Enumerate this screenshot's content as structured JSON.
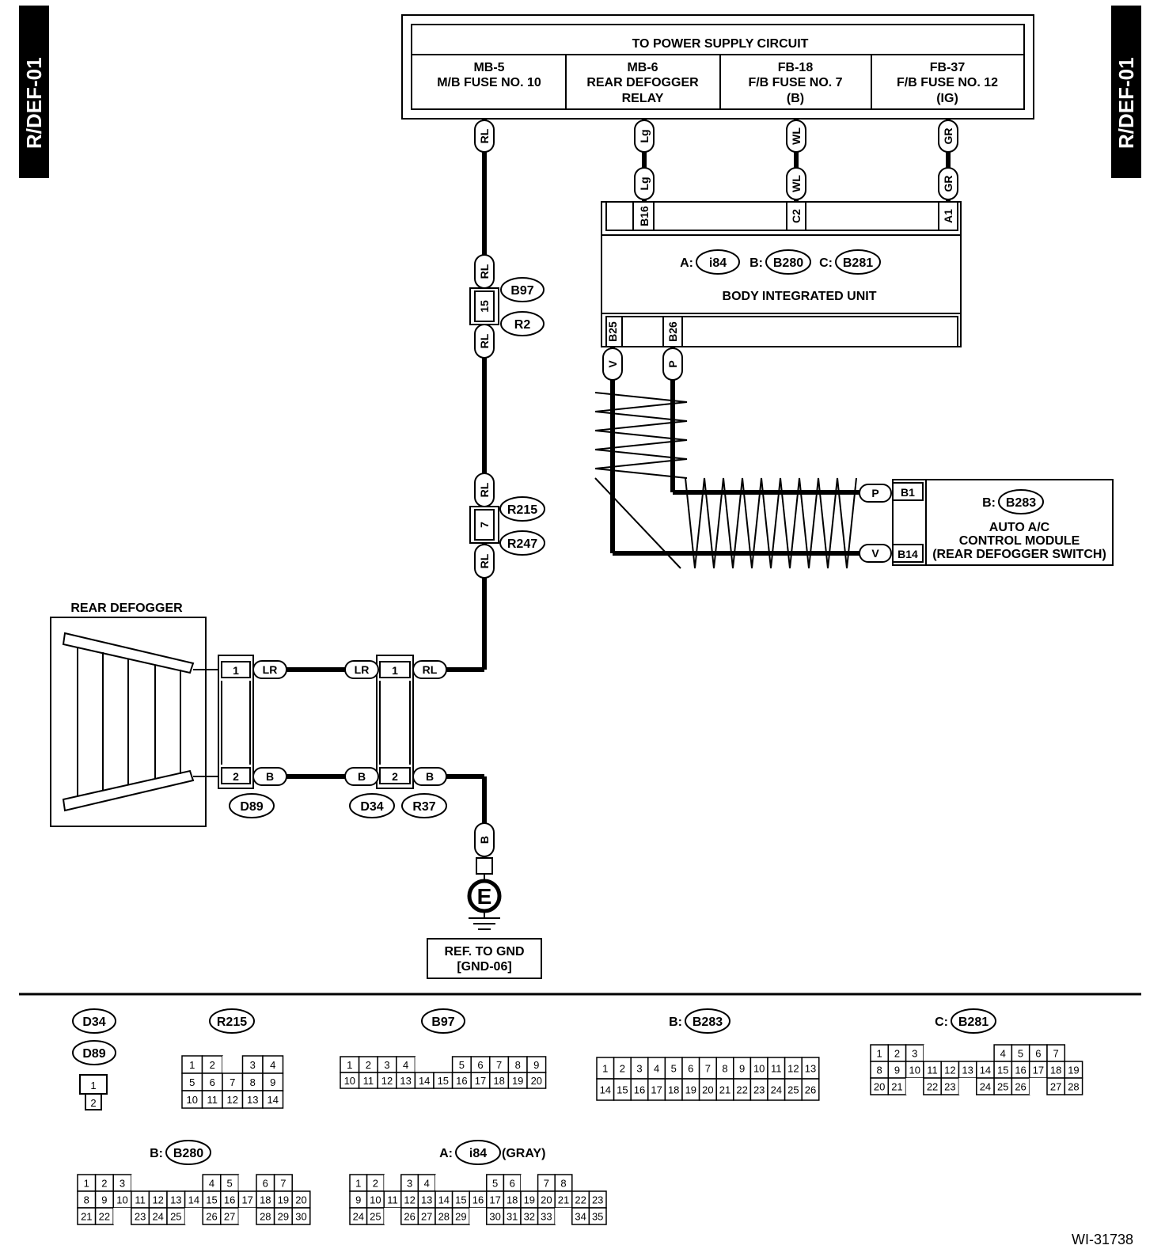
{
  "page_tag": "R/DEF-01",
  "figure_id": "WI-31738",
  "power_supply": {
    "title": "TO POWER SUPPLY CIRCUIT",
    "cols": [
      [
        "MB-5",
        "M/B FUSE NO. 10",
        ""
      ],
      [
        "MB-6",
        "REAR DEFOGGER",
        "RELAY"
      ],
      [
        "FB-18",
        "F/B FUSE NO. 7",
        "(B)"
      ],
      [
        "FB-37",
        "F/B FUSE NO. 12",
        "(IG)"
      ]
    ]
  },
  "wire_colors": {
    "rl": "RL",
    "lg": "Lg",
    "wl": "WL",
    "gr": "GR",
    "v": "V",
    "p": "P",
    "lr": "LR",
    "b": "B"
  },
  "body_unit": {
    "title": "BODY INTEGRATED UNIT",
    "pa": "A:",
    "ca": "i84",
    "pb": "B:",
    "cb": "B280",
    "pc": "C:",
    "cc": "B281",
    "pins_top": [
      "B16",
      "C2",
      "A1"
    ],
    "pins_bottom": [
      "B25",
      "B26"
    ]
  },
  "connectors": {
    "b97": "B97",
    "r2": "R2",
    "j1": "15",
    "r215": "R215",
    "r247": "R247",
    "j2": "7",
    "d89": "D89",
    "d34": "D34",
    "r37": "R37",
    "one": "1",
    "two": "2"
  },
  "rear_defogger": "REAR DEFOGGER",
  "ground": {
    "symbol": "E",
    "l1": "REF. TO GND",
    "l2": "[GND-06]"
  },
  "ac_module": {
    "prefix": "B:",
    "conn": "B283",
    "l1": "AUTO A/C",
    "l2": "CONTROL MODULE",
    "l3": "(REAR DEFOGGER SWITCH)",
    "pin1": "B1",
    "pin2": "B14"
  },
  "legend": {
    "d34": "D34",
    "d89": "D89",
    "d_pins": [
      "1",
      "2"
    ],
    "r215": {
      "label": "R215",
      "rows": [
        [
          "1",
          "2",
          "",
          "3",
          "4"
        ],
        [
          "5",
          "6",
          "7",
          "8",
          "9"
        ],
        [
          "10",
          "11",
          "12",
          "13",
          "14"
        ]
      ]
    },
    "b97": {
      "label": "B97",
      "rows": [
        [
          "1",
          "2",
          "3",
          "4",
          "",
          "",
          "5",
          "6",
          "7",
          "8",
          "9"
        ],
        [
          "10",
          "11",
          "12",
          "13",
          "14",
          "15",
          "16",
          "17",
          "18",
          "19",
          "20"
        ]
      ]
    },
    "b283": {
      "prefix": "B:",
      "label": "B283",
      "rows": [
        [
          "1",
          "2",
          "3",
          "4",
          "5",
          "6",
          "7",
          "8",
          "9",
          "10",
          "11",
          "12",
          "13"
        ],
        [
          "14",
          "15",
          "16",
          "17",
          "18",
          "19",
          "20",
          "21",
          "22",
          "23",
          "24",
          "25",
          "26"
        ]
      ]
    },
    "b281": {
      "prefix": "C:",
      "label": "B281",
      "rows": [
        [
          "1",
          "2",
          "3",
          "",
          "",
          "",
          "",
          "4",
          "5",
          "6",
          "7"
        ],
        [
          "8",
          "9",
          "10",
          "11",
          "12",
          "13",
          "14",
          "15",
          "16",
          "17",
          "18",
          "19"
        ],
        [
          "20",
          "21",
          "",
          "22",
          "23",
          "",
          "24",
          "25",
          "26",
          "",
          "27",
          "28"
        ]
      ]
    },
    "b280": {
      "prefix": "B:",
      "label": "B280",
      "rows": [
        [
          "1",
          "2",
          "3",
          "",
          "",
          "",
          "",
          "4",
          "5",
          "",
          "6",
          "7"
        ],
        [
          "8",
          "9",
          "10",
          "11",
          "12",
          "13",
          "14",
          "15",
          "16",
          "17",
          "18",
          "19",
          "20"
        ],
        [
          "21",
          "22",
          "",
          "23",
          "24",
          "25",
          "",
          "26",
          "27",
          "",
          "28",
          "29",
          "30"
        ]
      ]
    },
    "i84": {
      "prefix": "A:",
      "label": "i84",
      "suffix": "(GRAY)",
      "rows": [
        [
          "1",
          "2",
          "",
          "3",
          "4",
          "",
          "",
          "",
          "5",
          "6",
          "",
          "7",
          "8"
        ],
        [
          "9",
          "10",
          "11",
          "12",
          "13",
          "14",
          "15",
          "16",
          "17",
          "18",
          "19",
          "20",
          "21",
          "22",
          "23"
        ],
        [
          "24",
          "25",
          "",
          "26",
          "27",
          "28",
          "29",
          "",
          "30",
          "31",
          "32",
          "33",
          "",
          "34",
          "35"
        ]
      ]
    }
  }
}
